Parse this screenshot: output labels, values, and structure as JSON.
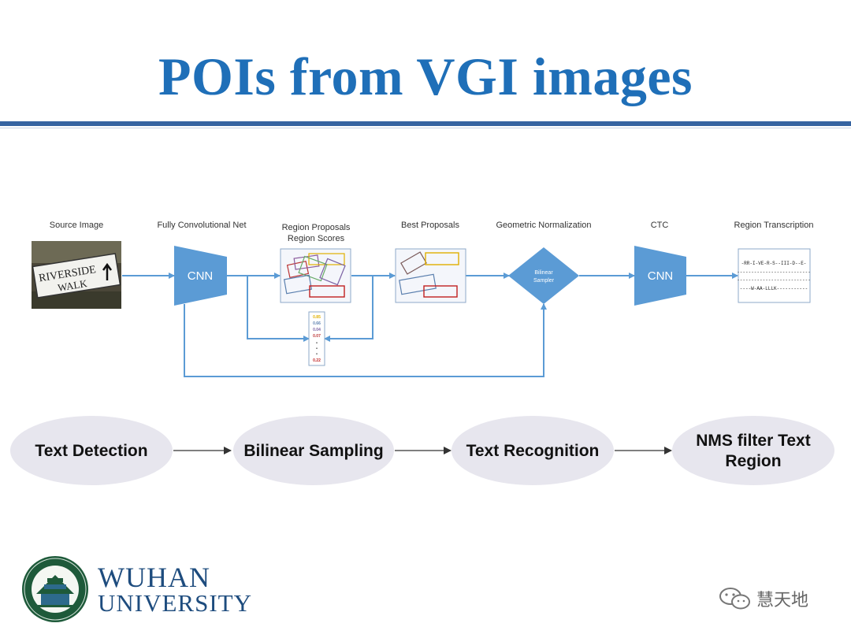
{
  "title": "POIs from VGI images",
  "pipeline": {
    "stages": [
      "Source Image",
      "Fully Convolutional Net",
      "Region Proposals",
      "Region Scores",
      "Best Proposals",
      "Geometric Normalization",
      "CTC",
      "Region Transcription"
    ],
    "source_sign_line1": "RIVERSIDE",
    "source_sign_line2": "WALK",
    "cnn_label": "CNN",
    "sampler_line1": "Bilinear",
    "sampler_line2": "Sampler",
    "scores": [
      "0.85",
      "0.66",
      "0.04",
      "0.07",
      "•",
      "•",
      "•",
      "0.22"
    ],
    "transcription": [
      "-RR-I-VE-R-S--III-D--E-",
      "--------------------------",
      "--------------------------",
      "----W-AA-LLLK-----------"
    ]
  },
  "flow": [
    "Text Detection",
    "Bilinear Sampling",
    "Text Recognition",
    "NMS filter Text",
    "Region"
  ],
  "logo": {
    "name_line1": "WUHAN",
    "name_line2": "UNIVERSITY"
  },
  "watermark": "慧天地",
  "colors": {
    "title": "#1F6FB8",
    "rule": "#3563A1",
    "diagram_blue": "#5B9BD5",
    "ellipse": "#E7E6EE",
    "university": "#1E4C7E",
    "logo_green": "#1E5A3A"
  }
}
